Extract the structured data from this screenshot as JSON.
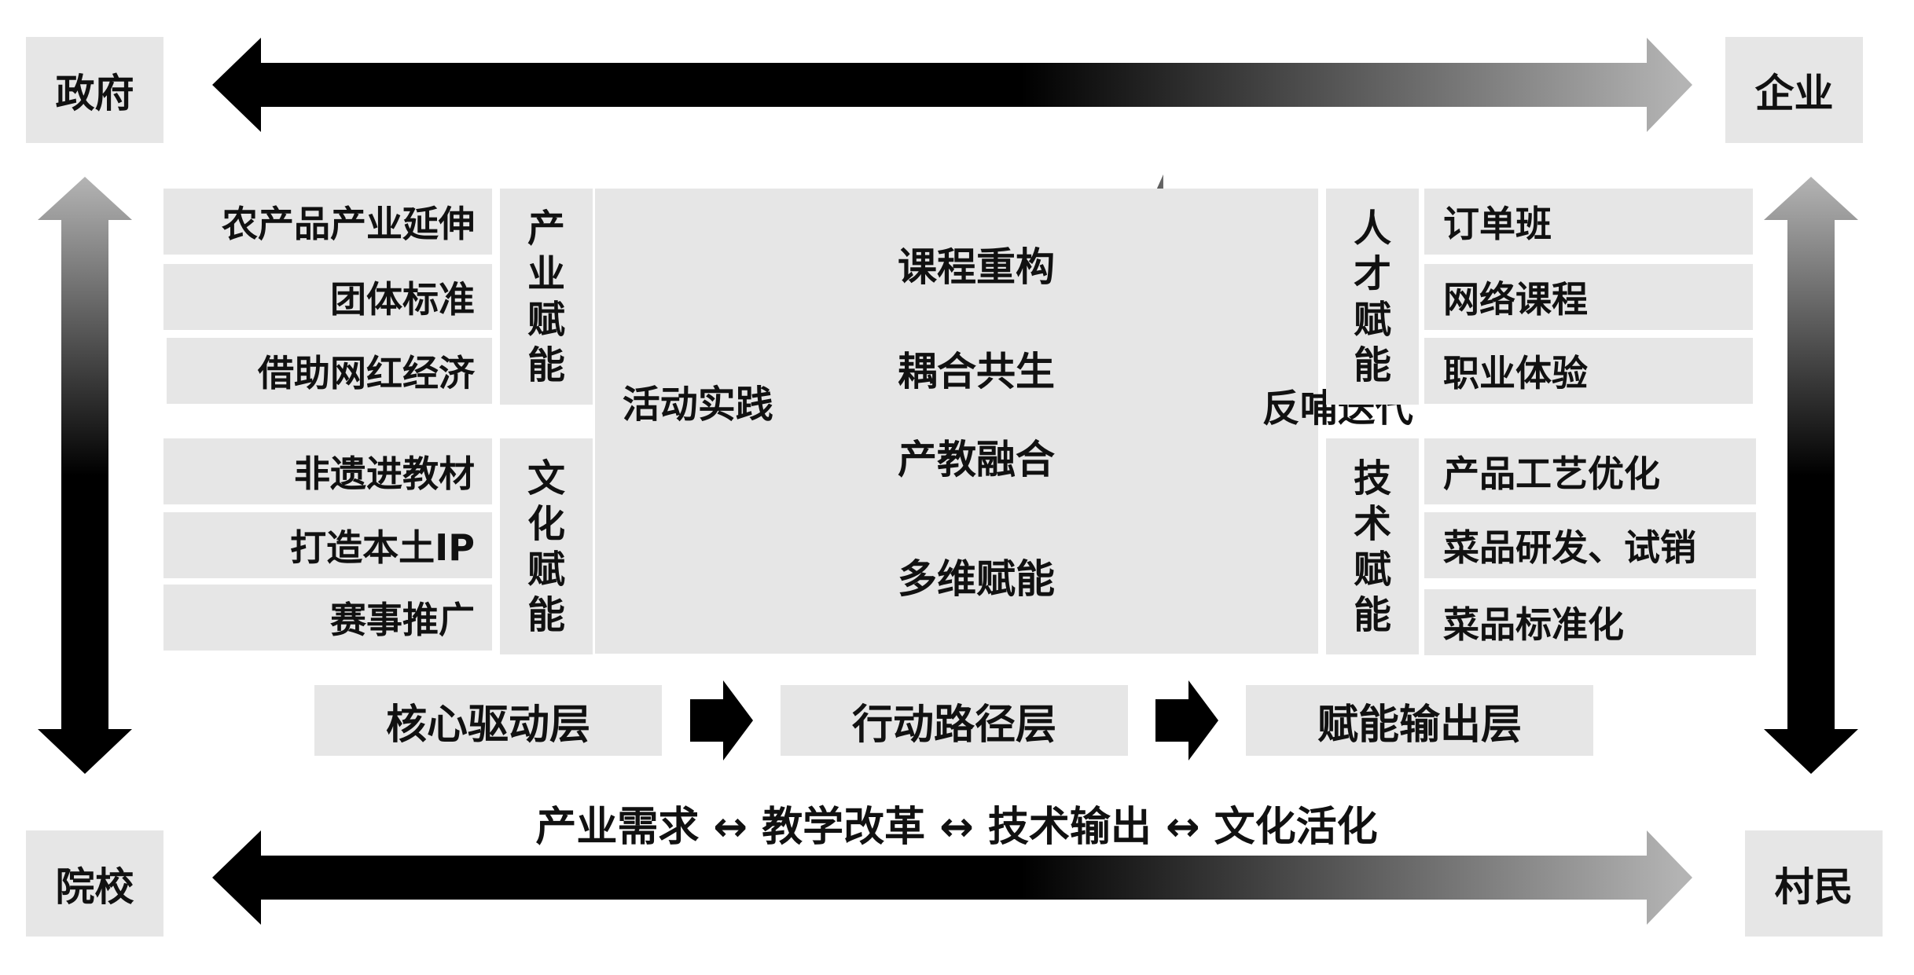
{
  "stakeholders": {
    "top_left": "政府",
    "top_right": "企业",
    "bottom_left": "院校",
    "bottom_right": "村民"
  },
  "industry_items": [
    "农产品产业延伸",
    "团体标准",
    "借助网红经济"
  ],
  "industry_label": "产业赋能",
  "culture_items": [
    "非遗进教材",
    "打造本土IP",
    "赛事推广"
  ],
  "culture_label": "文化赋能",
  "activity_label": "活动实践",
  "center_items": [
    "课程重构",
    "耦合共生",
    "产教融合",
    "多维赋能"
  ],
  "feedback_label": "反哺迭代",
  "talent_label": "人才赋能",
  "talent_items": [
    "订单班",
    "网络课程",
    "职业体验"
  ],
  "tech_label": "技术赋能",
  "tech_items": [
    "产品工艺优化",
    "菜品研发、试销",
    "菜品标准化"
  ],
  "layers": [
    "核心驱动层",
    "行动路径层",
    "赋能输出层"
  ],
  "bottom_line": "产业需求 ↔ 教学改革 ↔ 技术输出 ↔ 文化活化",
  "colors": {
    "box": "#e6e6e6",
    "arrow_dark": "#000000",
    "arrow_light": "#b4b4b4",
    "text": "#111111"
  }
}
